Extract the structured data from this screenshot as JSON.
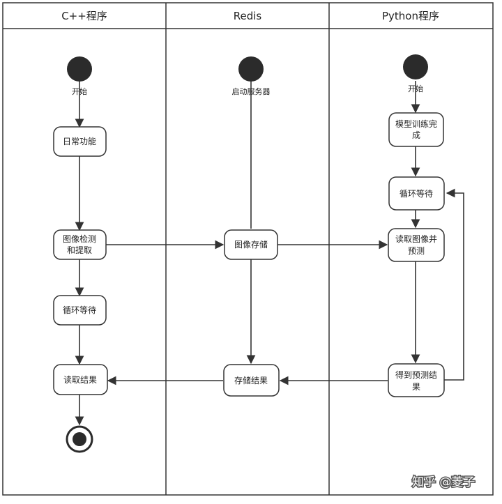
{
  "lanes": [
    {
      "title": "C++程序"
    },
    {
      "title": "Redis"
    },
    {
      "title": "Python程序"
    }
  ],
  "labels": {
    "cpp_start": "开始",
    "redis_start": "启动服务器",
    "py_start": "开始"
  },
  "nodes": {
    "daily": {
      "lines": [
        "日常功能"
      ]
    },
    "detect": {
      "lines": [
        "图像检测",
        "和提取"
      ]
    },
    "cpp_wait": {
      "lines": [
        "循环等待"
      ]
    },
    "cpp_read": {
      "lines": [
        "读取结果"
      ]
    },
    "store_img": {
      "lines": [
        "图像存储"
      ]
    },
    "store_res": {
      "lines": [
        "存储结果"
      ]
    },
    "train": {
      "lines": [
        "模型训练完",
        "成"
      ]
    },
    "py_wait": {
      "lines": [
        "循环等待"
      ]
    },
    "py_read": {
      "lines": [
        "读取图像并",
        "预测"
      ]
    },
    "py_result": {
      "lines": [
        "得到预测结",
        "果"
      ]
    }
  },
  "watermark": "知乎 @菱子",
  "colors": {
    "line": "#333333",
    "fill_dark": "#2b2b2b",
    "background": "#ffffff"
  }
}
